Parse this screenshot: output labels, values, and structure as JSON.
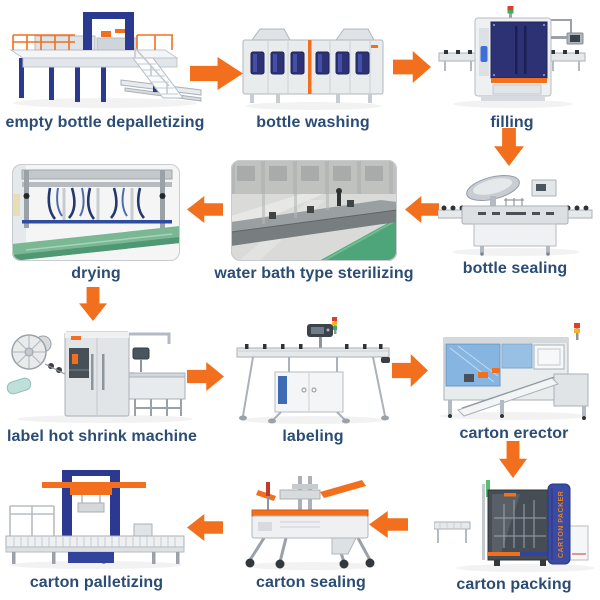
{
  "theme": {
    "bg": "#ffffff",
    "arrow": "#f2701d",
    "label": "#2b4c74"
  },
  "steps": [
    {
      "id": "empty-bottle-depalletizing",
      "label": "empty bottle depalletizing"
    },
    {
      "id": "bottle-washing",
      "label": "bottle washing"
    },
    {
      "id": "filling",
      "label": "filling"
    },
    {
      "id": "bottle-sealing",
      "label": "bottle sealing"
    },
    {
      "id": "water-bath-type-sterilizing",
      "label": "water bath type sterilizing"
    },
    {
      "id": "drying",
      "label": "drying"
    },
    {
      "id": "label-hot-shrink-machine",
      "label": "label hot shrink machine"
    },
    {
      "id": "labeling",
      "label": "labeling"
    },
    {
      "id": "carton-erector",
      "label": "carton erector"
    },
    {
      "id": "carton-packing",
      "label": "carton packing"
    },
    {
      "id": "carton-sealing",
      "label": "carton sealing"
    },
    {
      "id": "carton-palletizing",
      "label": "carton palletizing"
    }
  ],
  "machine_text": {
    "carton_packer_pillar": "CARTON PACKER"
  },
  "connections": [
    {
      "from": "empty bottle depalletizing",
      "to": "bottle washing",
      "direction": "right"
    },
    {
      "from": "bottle washing",
      "to": "filling",
      "direction": "right"
    },
    {
      "from": "filling",
      "to": "bottle sealing",
      "direction": "down"
    },
    {
      "from": "bottle sealing",
      "to": "water bath type sterilizing",
      "direction": "left"
    },
    {
      "from": "water bath type sterilizing",
      "to": "drying",
      "direction": "left"
    },
    {
      "from": "drying",
      "to": "label hot shrink machine",
      "direction": "down"
    },
    {
      "from": "label hot shrink machine",
      "to": "labeling",
      "direction": "right"
    },
    {
      "from": "labeling",
      "to": "carton erector",
      "direction": "right"
    },
    {
      "from": "carton erector",
      "to": "carton packing",
      "direction": "down"
    },
    {
      "from": "carton packing",
      "to": "carton sealing",
      "direction": "left"
    },
    {
      "from": "carton sealing",
      "to": "carton palletizing",
      "direction": "left"
    }
  ]
}
